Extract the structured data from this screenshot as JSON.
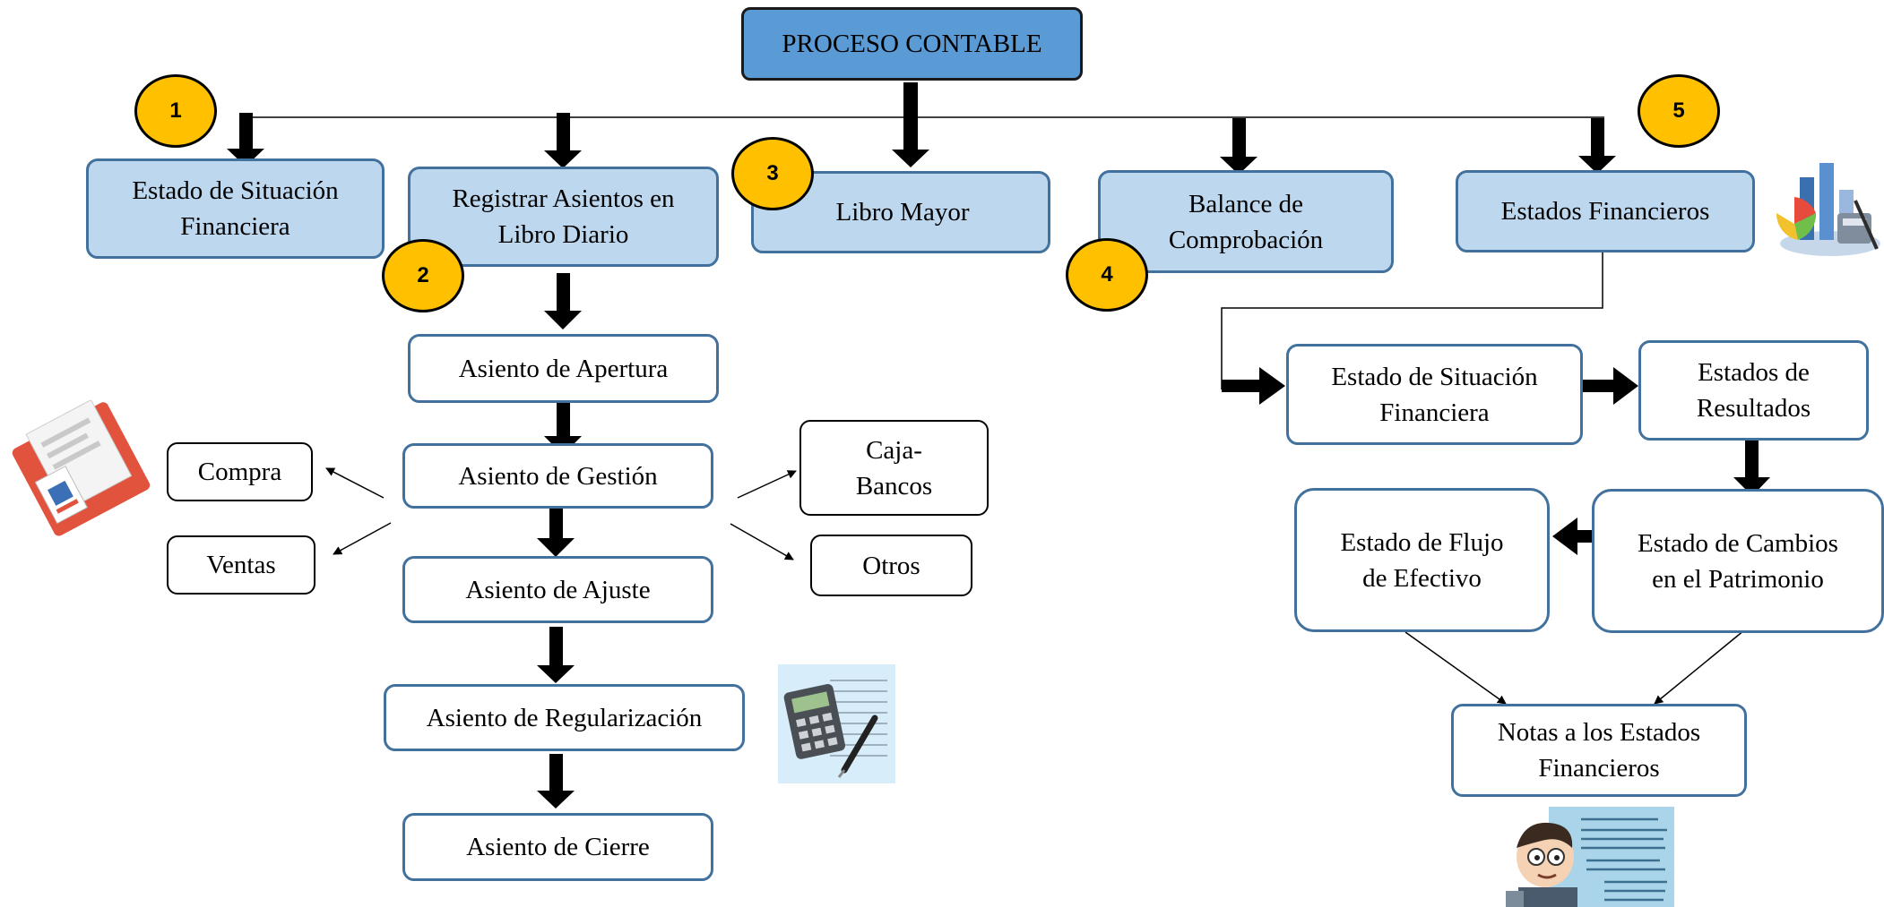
{
  "title": "PROCESO CONTABLE",
  "main_steps": [
    {
      "label": "Estado de Situación\nFinanciera",
      "number": "1"
    },
    {
      "label": "Registrar Asientos en\nLibro Diario",
      "number": "2"
    },
    {
      "label": "Libro Mayor",
      "number": "3"
    },
    {
      "label": "Balance de\nComprobación",
      "number": "4"
    },
    {
      "label": "Estados Financieros",
      "number": "5"
    }
  ],
  "asientos": [
    "Asiento de Apertura",
    "Asiento de Gestión",
    "Asiento de Ajuste",
    "Asiento de Regularización",
    "Asiento de Cierre"
  ],
  "gestion_left": [
    "Compra",
    "Ventas"
  ],
  "gestion_right": [
    "Caja-\nBancos",
    "Otros"
  ],
  "estados": {
    "situacion": "Estado de Situación\nFinanciera",
    "resultados": "Estados de\nResultados",
    "cambios": "Estado de Cambios\nen el Patrimonio",
    "flujo": "Estado de Flujo\nde Efectivo",
    "notas": "Notas a los Estados\nFinancieros"
  },
  "colors": {
    "title_fill": "#5b9bd5",
    "step_fill": "#bdd7ee",
    "box_border": "#41719c",
    "badge_fill": "#ffc000",
    "arrow": "#000000"
  },
  "icons": [
    "notepad-icon",
    "calculator-pen-icon",
    "finance-chart-icon",
    "teacher-cartoon-icon"
  ]
}
